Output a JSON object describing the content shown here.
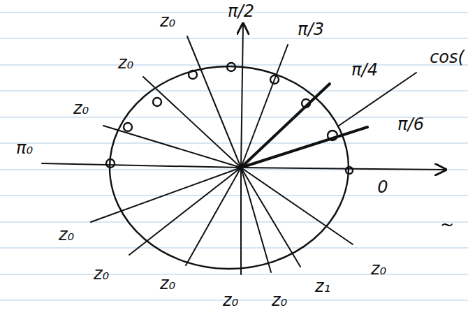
{
  "diagram": {
    "labels": [
      "π/2",
      "z₀",
      "π/3",
      "cos(",
      "z₀",
      "π/4",
      "z₀",
      "π/6",
      "π₀",
      "0",
      "~",
      "z₀",
      "z₀",
      "z₀",
      "z₀",
      "z₁",
      "z₀",
      "z₀"
    ]
  }
}
